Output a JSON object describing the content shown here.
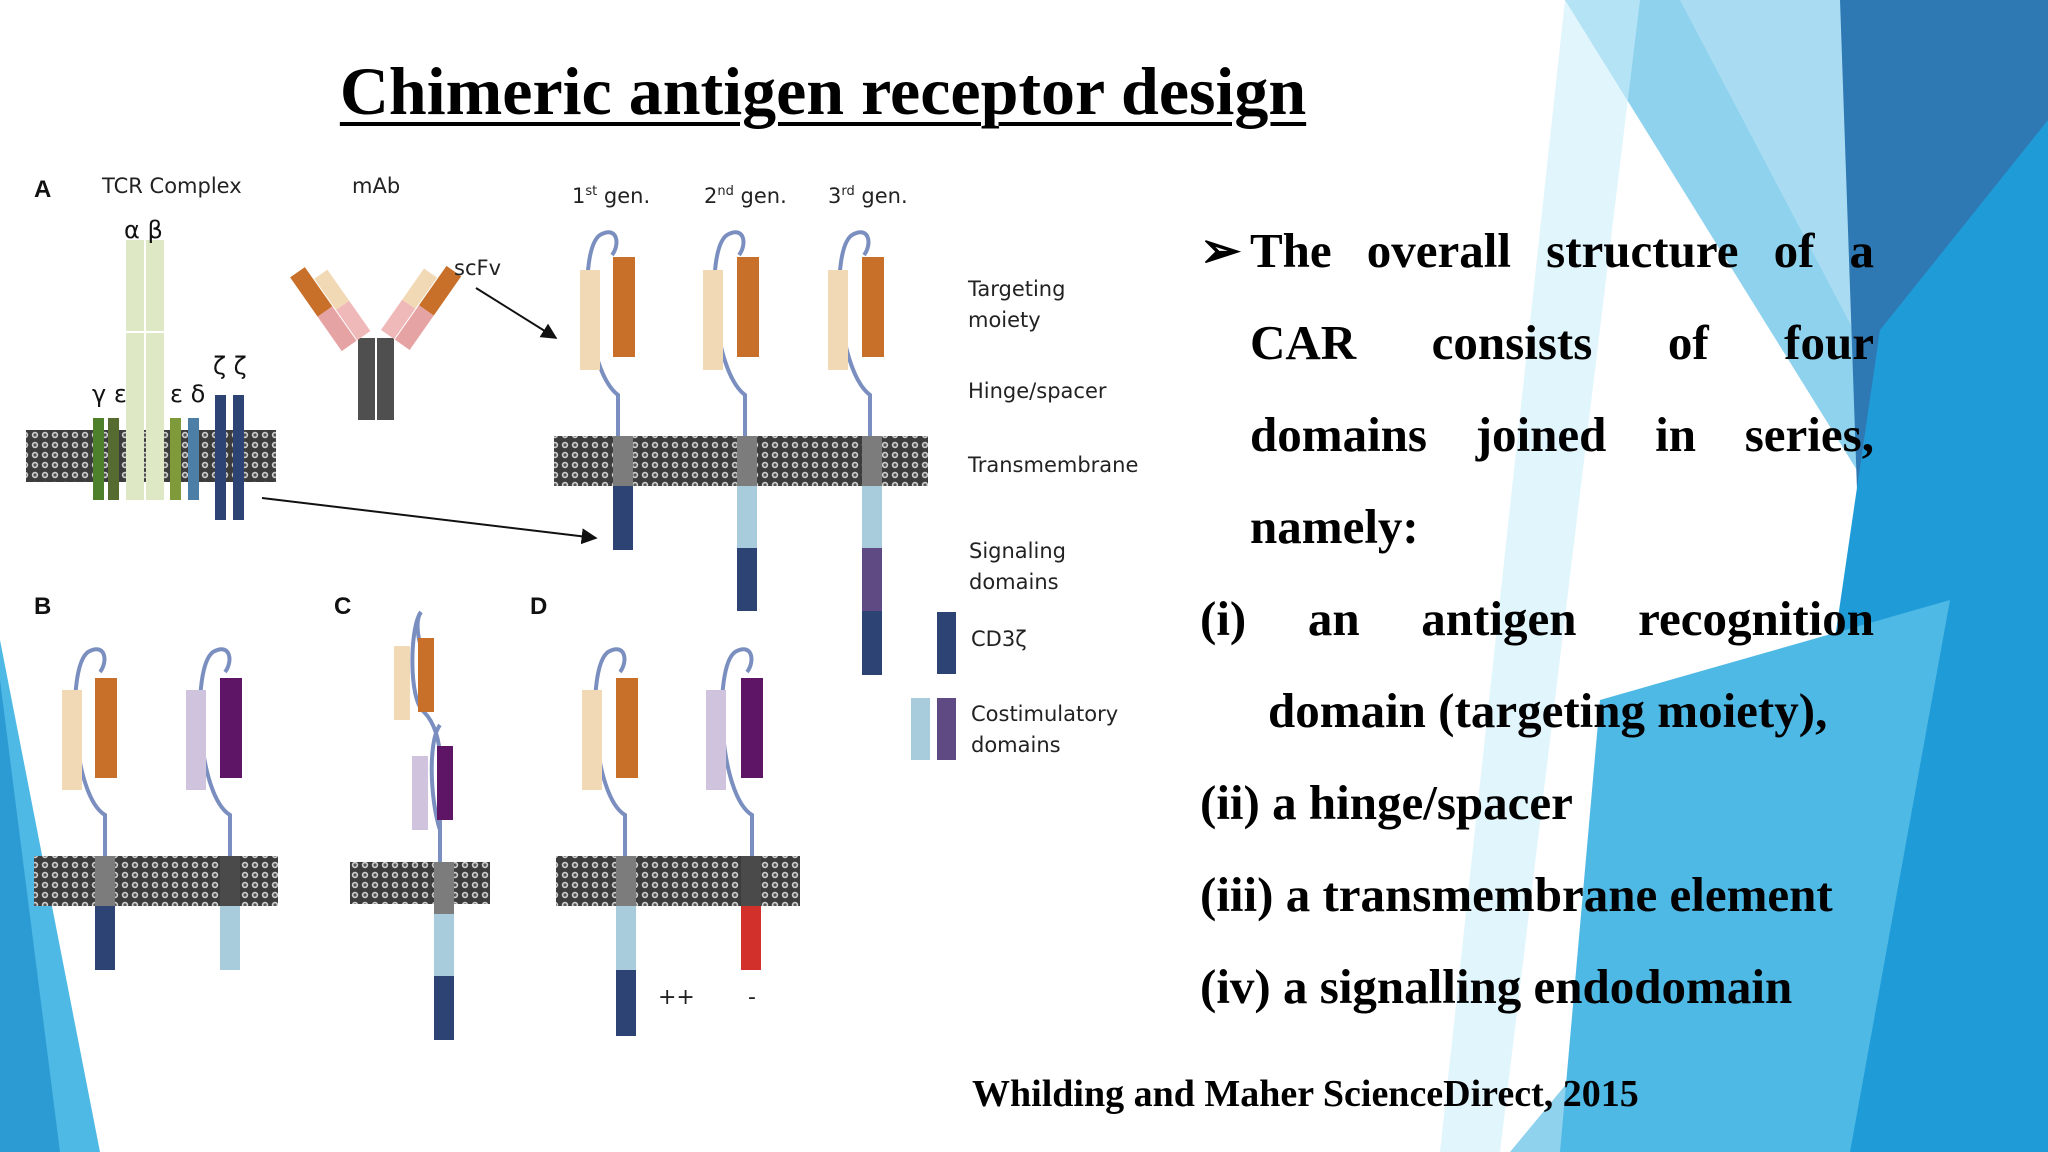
{
  "slide": {
    "title": "Chimeric antigen receptor design",
    "citation": "Whilding and Maher ScienceDirect, 2015"
  },
  "figure": {
    "panels": {
      "a": "A",
      "b": "B",
      "c": "C",
      "d": "D"
    },
    "tcr_label": "TCR Complex",
    "mab_label": "mAb",
    "scfv_label": "scFv",
    "greek": {
      "ab": "α β",
      "ge": "γ ε",
      "ed": "ε δ",
      "zz": "ζ ζ"
    },
    "generations": [
      {
        "num": "1",
        "sup": "st",
        "suffix": " gen."
      },
      {
        "num": "2",
        "sup": "nd",
        "suffix": " gen."
      },
      {
        "num": "3",
        "sup": "rd",
        "suffix": " gen."
      }
    ],
    "legend": {
      "targeting": "Targeting\nmoiety",
      "hinge": "Hinge/spacer",
      "transmembrane": "Transmembrane",
      "signaling": "Signaling\ndomains",
      "cd3z": "CD3ζ",
      "costim": "Costimulatory\ndomains"
    },
    "signal_marks": {
      "plus": "++",
      "minus": "-"
    },
    "colors": {
      "beige": "#f2d9b5",
      "orange": "#c8702a",
      "lilac": "#cfc3dd",
      "purple": "#5e1566",
      "stalk": "#7a8fbf",
      "gray": "#7c7c7c",
      "darkgray": "#4a4a4a",
      "navy": "#2d4373",
      "lightblue": "#a8ccdc",
      "midpurple": "#5f4a84",
      "red": "#d2302a"
    }
  },
  "text": {
    "bullet": "➢",
    "lines": [
      "The overall structure of a",
      "CAR consists of four",
      "domains joined in series,",
      "namely:"
    ],
    "items": [
      {
        "l1": "(i) an antigen recognition",
        "l2": "domain (targeting moiety),"
      },
      {
        "l1": "(ii) a hinge/spacer"
      },
      {
        "l1": "(iii) a transmembrane element"
      },
      {
        "l1": "(iv) a signalling endodomain"
      }
    ]
  }
}
